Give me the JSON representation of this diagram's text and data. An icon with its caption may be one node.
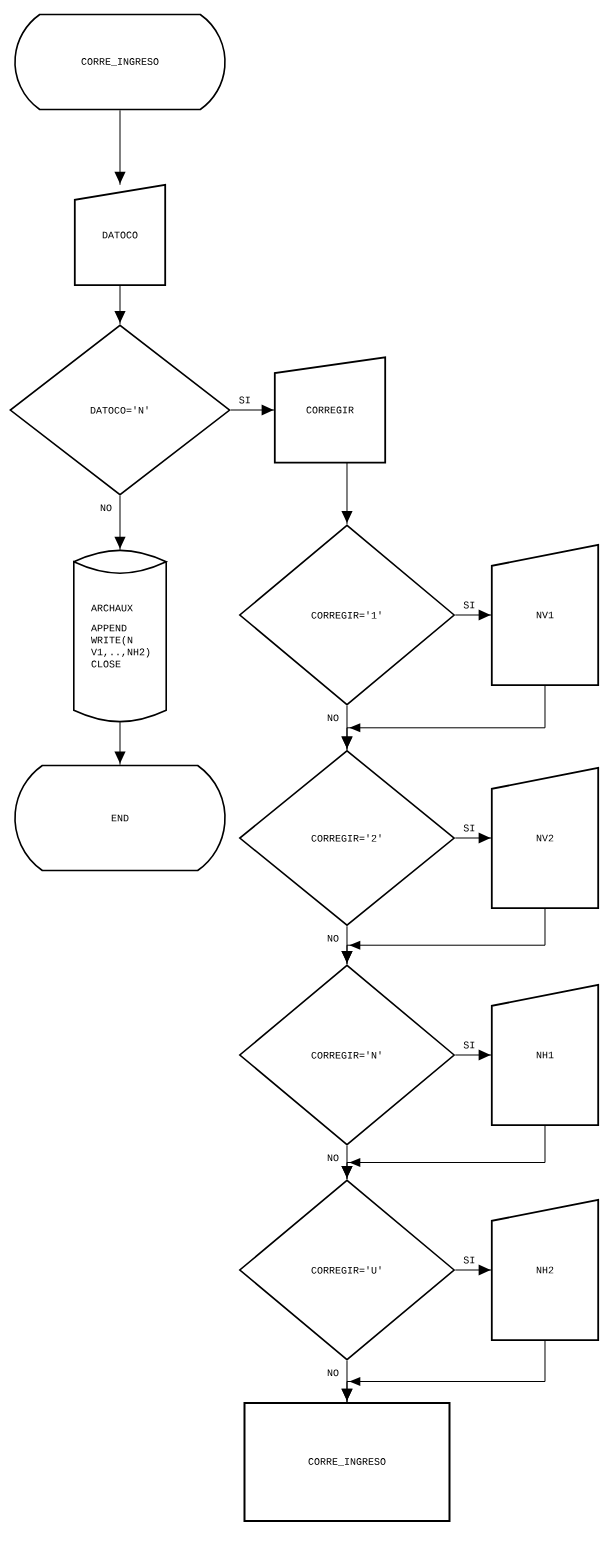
{
  "diagram": {
    "nodes": [
      {
        "text": [
          "CORRE_INGRESO"
        ]
      },
      {
        "text": [
          "DATOCO"
        ]
      },
      {
        "text": [
          "DATOCO='N'"
        ]
      },
      {
        "text": [
          "CORREGIR"
        ]
      },
      {
        "text": [
          "ARCHAUX",
          "APPEND WRITE(N V1,..,NH2) CLOSE"
        ]
      },
      {
        "text": [
          "END"
        ]
      },
      {
        "text": [
          "CORREGIR='1'"
        ]
      },
      {
        "text": [
          "NV1"
        ]
      },
      {
        "text": [
          "CORREGIR='2'"
        ]
      },
      {
        "text": [
          "NV2"
        ]
      },
      {
        "text": [
          "CORREGIR='N'"
        ]
      },
      {
        "text": [
          "NH1"
        ]
      },
      {
        "text": [
          "CORREGIR='U'"
        ]
      },
      {
        "text": [
          "NH2"
        ]
      },
      {
        "text": [
          "CORRE_INGRESO"
        ]
      }
    ],
    "edges": [
      {
        "from": 0,
        "to": 1,
        "arrow": "to"
      },
      {
        "from": 1,
        "to": 2,
        "arrow": "to"
      },
      {
        "from": 2,
        "to": 3,
        "arrow": "to",
        "label": "SI"
      },
      {
        "from": 2,
        "to": 4,
        "arrow": "to",
        "label": "NO"
      },
      {
        "from": 4,
        "to": 5,
        "arrow": "to"
      },
      {
        "from": 3,
        "to": 6,
        "arrow": "to"
      },
      {
        "from": 6,
        "to": 7,
        "arrow": "to",
        "label": "SI"
      },
      {
        "from": 6,
        "to": 8,
        "arrow": "to",
        "label": "NO"
      },
      {
        "from": 7,
        "to": 8,
        "arrow": "to"
      },
      {
        "from": 8,
        "to": 9,
        "arrow": "to",
        "label": "SI"
      },
      {
        "from": 8,
        "to": 10,
        "arrow": "to",
        "label": "NO"
      },
      {
        "from": 9,
        "to": 10,
        "arrow": "to"
      },
      {
        "from": 10,
        "to": 11,
        "arrow": "to",
        "label": "SI"
      },
      {
        "from": 10,
        "to": 12,
        "arrow": "to",
        "label": "NO"
      },
      {
        "from": 11,
        "to": 12,
        "arrow": "to"
      },
      {
        "from": 12,
        "to": 13,
        "arrow": "to",
        "label": "SI"
      },
      {
        "from": 12,
        "to": 14,
        "arrow": "to",
        "label": "NO"
      },
      {
        "from": 13,
        "to": 14,
        "arrow": "to"
      }
    ]
  }
}
